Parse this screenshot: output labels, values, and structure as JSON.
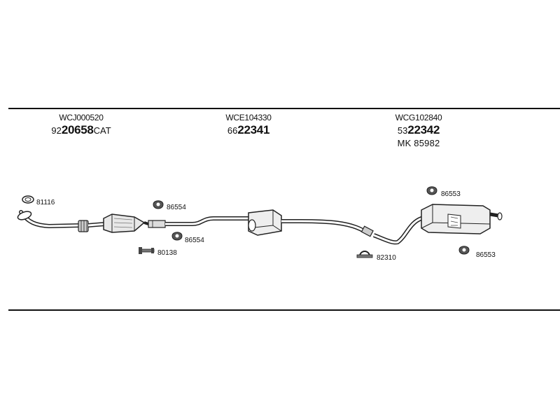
{
  "kits": [
    {
      "code": "WCJ000520",
      "prefix": "92",
      "number": "20658",
      "suffix": "CAT",
      "extra": ""
    },
    {
      "code": "WCE104330",
      "prefix": "66",
      "number": "22341",
      "suffix": "",
      "extra": ""
    },
    {
      "code": "WCG102840",
      "prefix": "53",
      "number": "22342",
      "suffix": "",
      "extra": "MK  85982"
    }
  ],
  "parts": {
    "p81116": "81116",
    "p86554_a": "86554",
    "p86554_b": "86554",
    "p80138": "80138",
    "p82310": "82310",
    "p86553_a": "86553",
    "p86553_b": "86553"
  }
}
